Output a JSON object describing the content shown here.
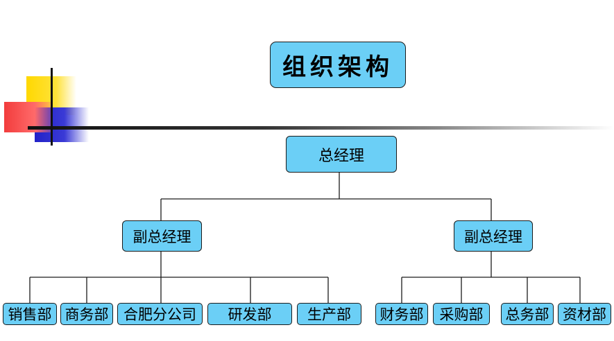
{
  "title": "组织架构",
  "org": {
    "root": "总经理",
    "vice_left": "副总经理",
    "vice_right": "副总经理",
    "left_departments": [
      "销售部",
      "商务部",
      "合肥分公司",
      "研发部",
      "生产部"
    ],
    "right_departments": [
      "财务部",
      "采购部",
      "总务部",
      "资材部"
    ]
  },
  "colors": {
    "node_fill": "#6bcff6",
    "border": "#1a1a1a"
  }
}
